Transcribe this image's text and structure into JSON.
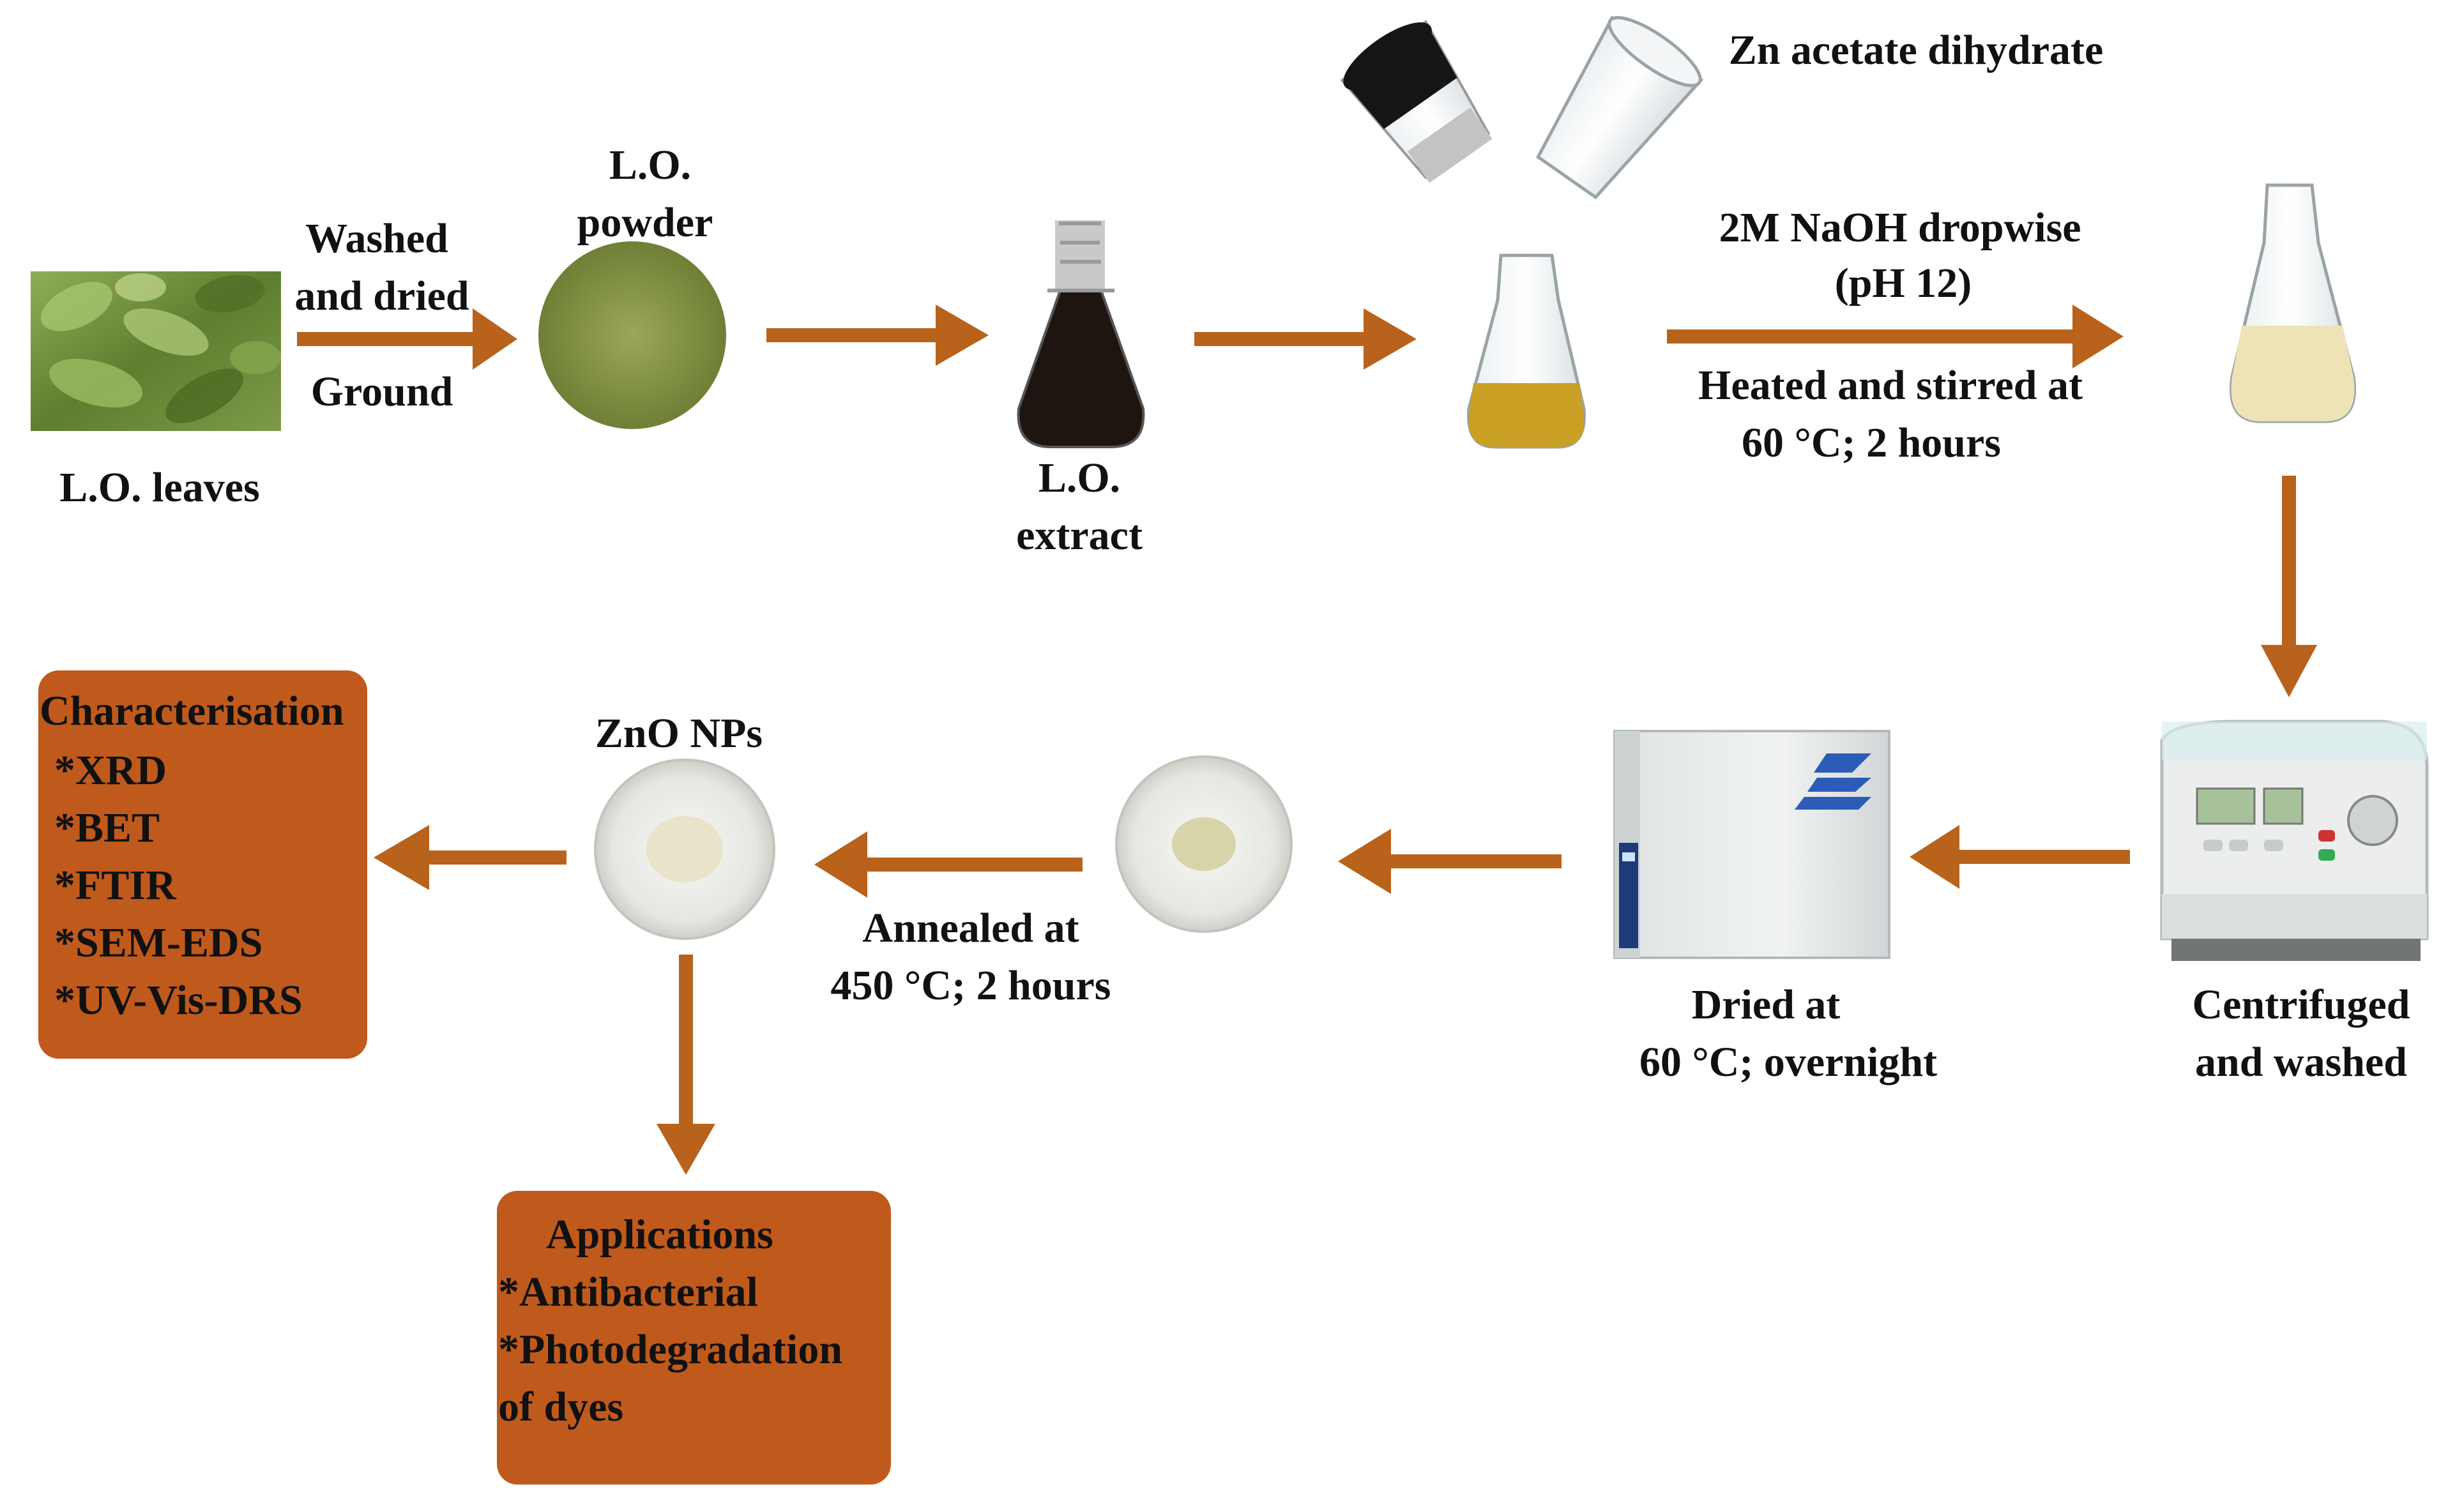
{
  "labels": {
    "lo_leaves": "L.O. leaves",
    "washed": "Washed",
    "and_dried": "and dried",
    "ground": "Ground",
    "lo_powder_1": "L.O.",
    "lo_powder_2": "powder",
    "lo_extract_1": "L.O.",
    "lo_extract_2": "extract",
    "zn_acetate": "Zn acetate dihydrate",
    "naoh": "2M NaOH dropwise",
    "ph": "(pH 12)",
    "heated": "Heated and stirred at",
    "heated_temp": "60 °C; 2 hours",
    "centrifuged_1": "Centrifuged",
    "centrifuged_2": "and washed",
    "dried_1": "Dried at",
    "dried_2": "60 °C; overnight",
    "annealed_1": "Annealed at",
    "annealed_2": "450 °C; 2 hours",
    "zno": "ZnO NPs"
  },
  "characterisation": {
    "title": "Characterisation",
    "items": [
      "*XRD",
      "*BET",
      "*FTIR",
      "*SEM-EDS",
      "*UV-Vis-DRS"
    ]
  },
  "applications": {
    "title": "Applications",
    "lines": [
      "*Antibacterial",
      "*Photodegradation",
      "of dyes"
    ]
  },
  "colors": {
    "arrow": "#B8621B",
    "box": "#C05A1C",
    "leaf_bg": "#6F8F3C",
    "powder": "#8A9A4A",
    "extract": "#1E1410",
    "yellow_solution": "#C9A024",
    "milky_solution": "#EDE3B6"
  }
}
